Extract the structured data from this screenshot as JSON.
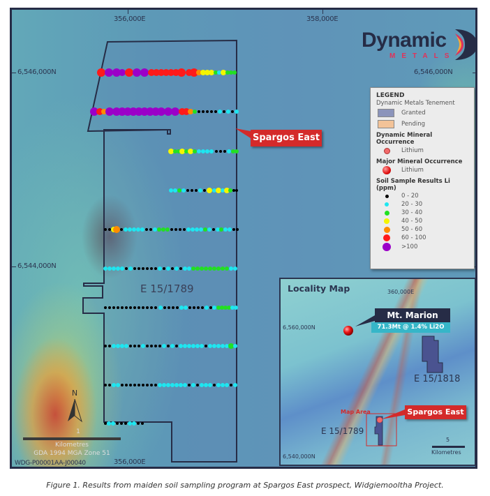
{
  "logo": {
    "word": "Dynamic",
    "sub": "METALS"
  },
  "axes": {
    "top_easting": [
      "356,000E",
      "358,000E"
    ],
    "bottom_easting": "356,000E",
    "northing_left": [
      "6,546,000N",
      "6,544,000N"
    ],
    "northing_right": [
      "6,546,000N",
      "6,544,000N"
    ]
  },
  "legend": {
    "title": "LEGEND",
    "tenement_heading": "Dynamic Metals Tenement",
    "tenements": [
      {
        "label": "Granted",
        "color": "#8b94bb"
      },
      {
        "label": "Pending",
        "color": "#f3c398"
      }
    ],
    "dynamic_occurrence_heading": "Dynamic Mineral Occurrence",
    "dynamic_occurrence_label": "Lithium",
    "major_occurrence_heading": "Major Mineral Occurrence",
    "major_occurrence_label": "Lithium",
    "soil_heading": "Soil Sample Results Li (ppm)",
    "soil_classes": [
      {
        "label": "0 - 20",
        "color": "#000000",
        "size": 5
      },
      {
        "label": "20 - 30",
        "color": "#1ee6f0",
        "size": 6
      },
      {
        "label": "30 - 40",
        "color": "#22e022",
        "size": 8
      },
      {
        "label": "40 - 50",
        "color": "#f5f500",
        "size": 9
      },
      {
        "label": "50 - 60",
        "color": "#ff8c00",
        "size": 10
      },
      {
        "label": "60 - 100",
        "color": "#ff1a1a",
        "size": 12
      },
      {
        "label": ">100",
        "color": "#9b00c8",
        "size": 14
      }
    ]
  },
  "callouts": {
    "prospect": "Spargos East"
  },
  "tenement_label": "E 15/1789",
  "north_arrow": "N",
  "scale": {
    "value": "1",
    "unit": "Kilometres",
    "projection": "GDA 1994 MGA Zone 51"
  },
  "map_id": "WDG-P00001AA-J00040",
  "locality_map": {
    "title": "Locality Map",
    "easting": "360,000E",
    "northing_top": "6,560,000N",
    "northing_bottom": "6,540,000N",
    "deposit_name": "Mt. Marion",
    "deposit_resource": "71.3Mt @ 1.4% Li2O",
    "tenement_east": "E 15/1818",
    "tenement_main": "E 15/1789",
    "map_area_label": "Map Area",
    "prospect": "Spargos East",
    "scale_value": "5",
    "scale_unit": "Kilometres"
  },
  "caption": "Figure 1. Results from maiden soil sampling program at Spargos East prospect, Widgiemooltha Project."
}
